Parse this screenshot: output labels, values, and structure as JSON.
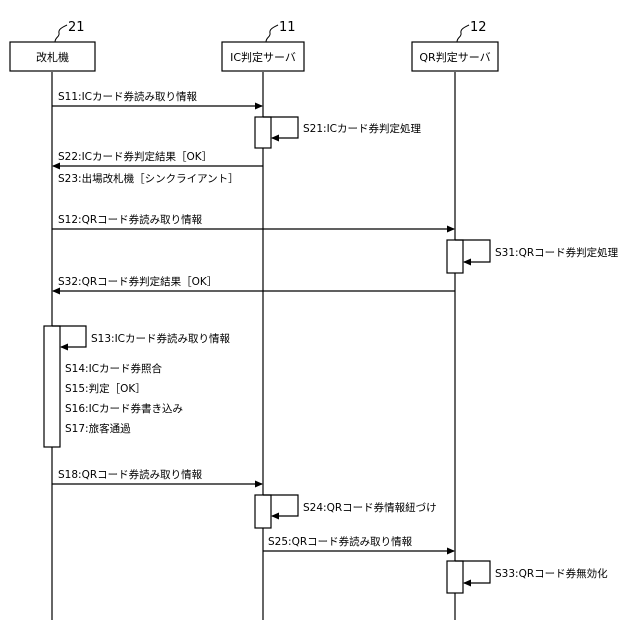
{
  "participants": [
    {
      "id": "gate",
      "label": "改札機",
      "ref": "21"
    },
    {
      "id": "ic",
      "label": "IC判定サーバ",
      "ref": "11"
    },
    {
      "id": "qr",
      "label": "QR判定サーバ",
      "ref": "12"
    }
  ],
  "messages": [
    {
      "id": "s11",
      "label": "S11:ICカード券読み取り情報",
      "from": "gate",
      "to": "ic",
      "kind": "arrow"
    },
    {
      "id": "s21",
      "label": "S21:ICカード券判定処理",
      "from": "ic",
      "to": "ic",
      "kind": "self"
    },
    {
      "id": "s22",
      "label": "S22:ICカード券判定結果［OK］",
      "from": "ic",
      "to": "gate",
      "kind": "arrow"
    },
    {
      "id": "s23",
      "label": "S23:出場改札機［シンクライアント］",
      "kind": "note"
    },
    {
      "id": "s12",
      "label": "S12:QRコード券読み取り情報",
      "from": "gate",
      "to": "qr",
      "kind": "arrow"
    },
    {
      "id": "s31",
      "label": "S31:QRコード券判定処理",
      "from": "qr",
      "to": "qr",
      "kind": "self"
    },
    {
      "id": "s32",
      "label": "S32:QRコード券判定結果［OK］",
      "from": "qr",
      "to": "gate",
      "kind": "arrow"
    },
    {
      "id": "s13",
      "label": "S13:ICカード券読み取り情報",
      "from": "gate",
      "to": "gate",
      "kind": "self"
    },
    {
      "id": "s14",
      "label": "S14:ICカード券照合",
      "kind": "note"
    },
    {
      "id": "s15",
      "label": "S15:判定［OK］",
      "kind": "note"
    },
    {
      "id": "s16",
      "label": "S16:ICカード券書き込み",
      "kind": "note"
    },
    {
      "id": "s17",
      "label": "S17:旅客通過",
      "kind": "note"
    },
    {
      "id": "s18",
      "label": "S18:QRコード券読み取り情報",
      "from": "gate",
      "to": "ic",
      "kind": "arrow"
    },
    {
      "id": "s24",
      "label": "S24:QRコード券情報紐づけ",
      "from": "ic",
      "to": "ic",
      "kind": "self"
    },
    {
      "id": "s25",
      "label": "S25:QRコード券読み取り情報",
      "from": "ic",
      "to": "qr",
      "kind": "arrow"
    },
    {
      "id": "s33",
      "label": "S33:QRコード券無効化",
      "from": "qr",
      "to": "qr",
      "kind": "self"
    }
  ]
}
